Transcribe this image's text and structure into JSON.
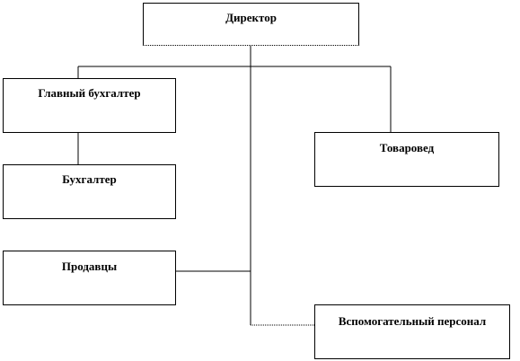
{
  "org_chart": {
    "director": "Директор",
    "chief_accountant": "Главный бухгалтер",
    "accountant": "Бухгалтер",
    "sellers": "Продавцы",
    "merchandiser": "Товаровед",
    "support_staff": "Вспомогательный персонал"
  }
}
